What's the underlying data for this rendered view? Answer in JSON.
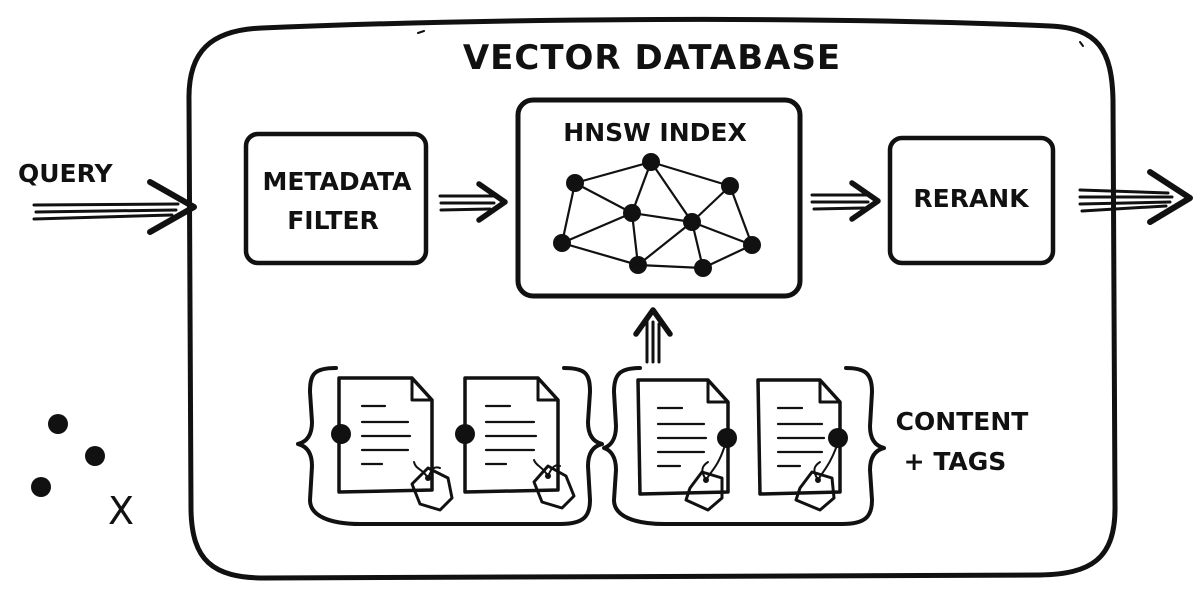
{
  "title": "VECTOR DATABASE",
  "query_label": "QUERY",
  "metadata_filter": {
    "line1": "METADATA",
    "line2": "FILTER"
  },
  "hnsw_index": "HNSW INDEX",
  "rerank": "RERANK",
  "content_tags": {
    "line1": "CONTENT",
    "line2": "+ TAGS"
  },
  "legend_mark": "X",
  "colors": {
    "ink": "#111111",
    "paper": "#ffffff"
  }
}
